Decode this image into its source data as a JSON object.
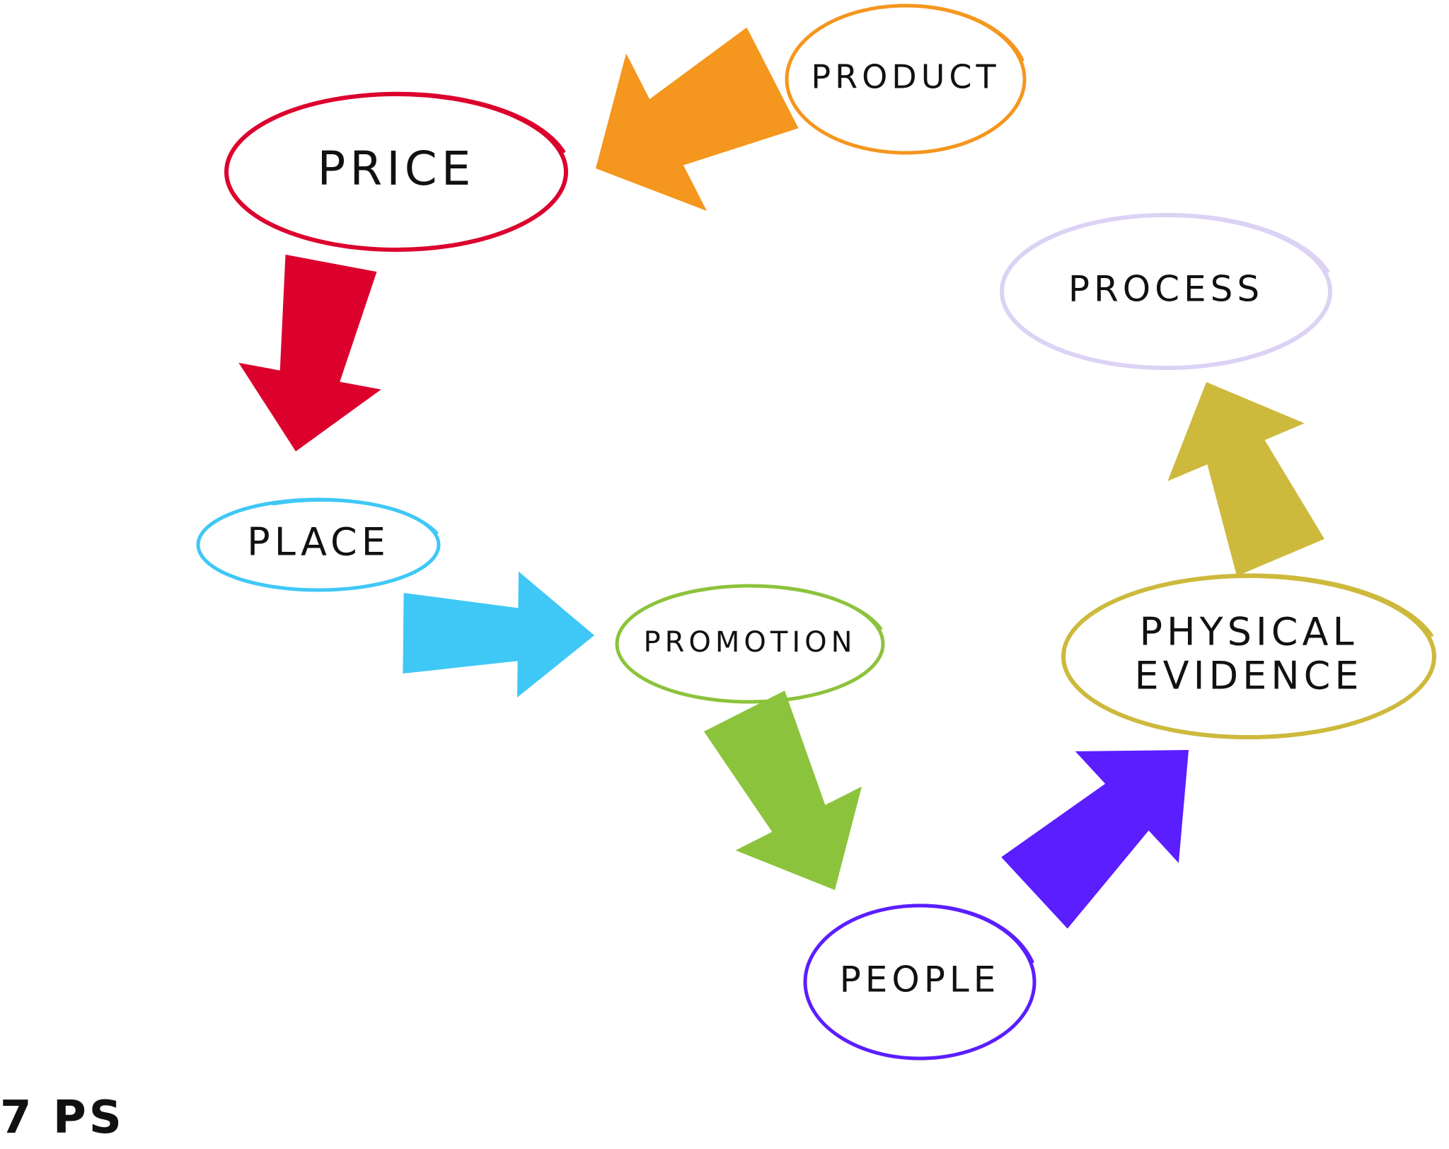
{
  "title": "7 PS",
  "nodes": [
    {
      "id": "product",
      "label": "PRODUCT",
      "color": "#f5961e"
    },
    {
      "id": "price",
      "label": "PRICE",
      "color": "#dc002d"
    },
    {
      "id": "place",
      "label": "PLACE",
      "color": "#3fc8f5"
    },
    {
      "id": "promotion",
      "label": "PROMOTION",
      "color": "#8cc33c"
    },
    {
      "id": "people",
      "label": "PEOPLE",
      "color": "#5a1eff"
    },
    {
      "id": "physical-evidence",
      "label": "PHYSICAL EVIDENCE",
      "lines": [
        "PHYSICAL",
        "EVIDENCE"
      ],
      "color": "#cdb93c"
    },
    {
      "id": "process",
      "label": "PROCESS",
      "color": "#dcd2f5"
    }
  ],
  "edges": [
    {
      "from": "product",
      "to": "price",
      "color": "#f5961e"
    },
    {
      "from": "price",
      "to": "place",
      "color": "#dc002d"
    },
    {
      "from": "place",
      "to": "promotion",
      "color": "#3fc8f5"
    },
    {
      "from": "promotion",
      "to": "people",
      "color": "#8cc33c"
    },
    {
      "from": "people",
      "to": "physical-evidence",
      "color": "#5a1eff"
    },
    {
      "from": "physical-evidence",
      "to": "process",
      "color": "#cdb93c"
    }
  ]
}
